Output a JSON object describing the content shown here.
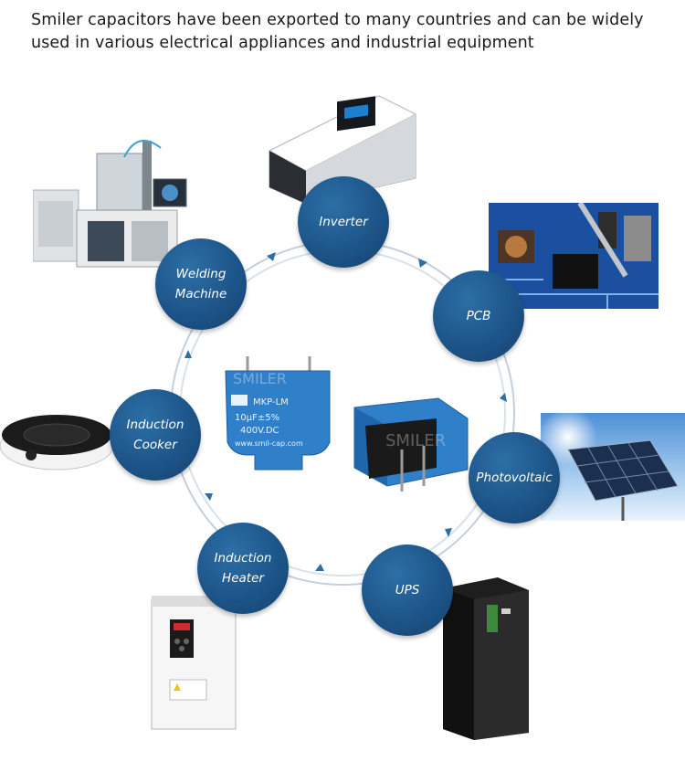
{
  "headline": {
    "line1": "Smiler capacitors have been exported to many countries and can be widely",
    "line2": "used in various electrical appliances and industrial equipment"
  },
  "applications": [
    {
      "id": "inverter",
      "lines": [
        "Inverter"
      ]
    },
    {
      "id": "pcb",
      "lines": [
        "PCB"
      ]
    },
    {
      "id": "photovoltaic",
      "lines": [
        "Photovoltaic"
      ]
    },
    {
      "id": "ups",
      "lines": [
        "UPS"
      ]
    },
    {
      "id": "induction-heater",
      "lines": [
        "Induction",
        "Heater"
      ]
    },
    {
      "id": "induction-cooker",
      "lines": [
        "Induction",
        "Cooker"
      ]
    },
    {
      "id": "welding-machine",
      "lines": [
        "Welding",
        "Machine"
      ]
    }
  ],
  "capacitor": {
    "brand_mark": "SMILER",
    "model": "MKP-LM",
    "rating": "10μF±5%",
    "voltage": "400V.DC",
    "website": "www.smil-cap.com"
  },
  "colors": {
    "node_blue": "#1d5589",
    "capacitor_blue": "#2f7fc9",
    "ring": "#c3cfdd",
    "arrow": "#2f6ea3"
  }
}
